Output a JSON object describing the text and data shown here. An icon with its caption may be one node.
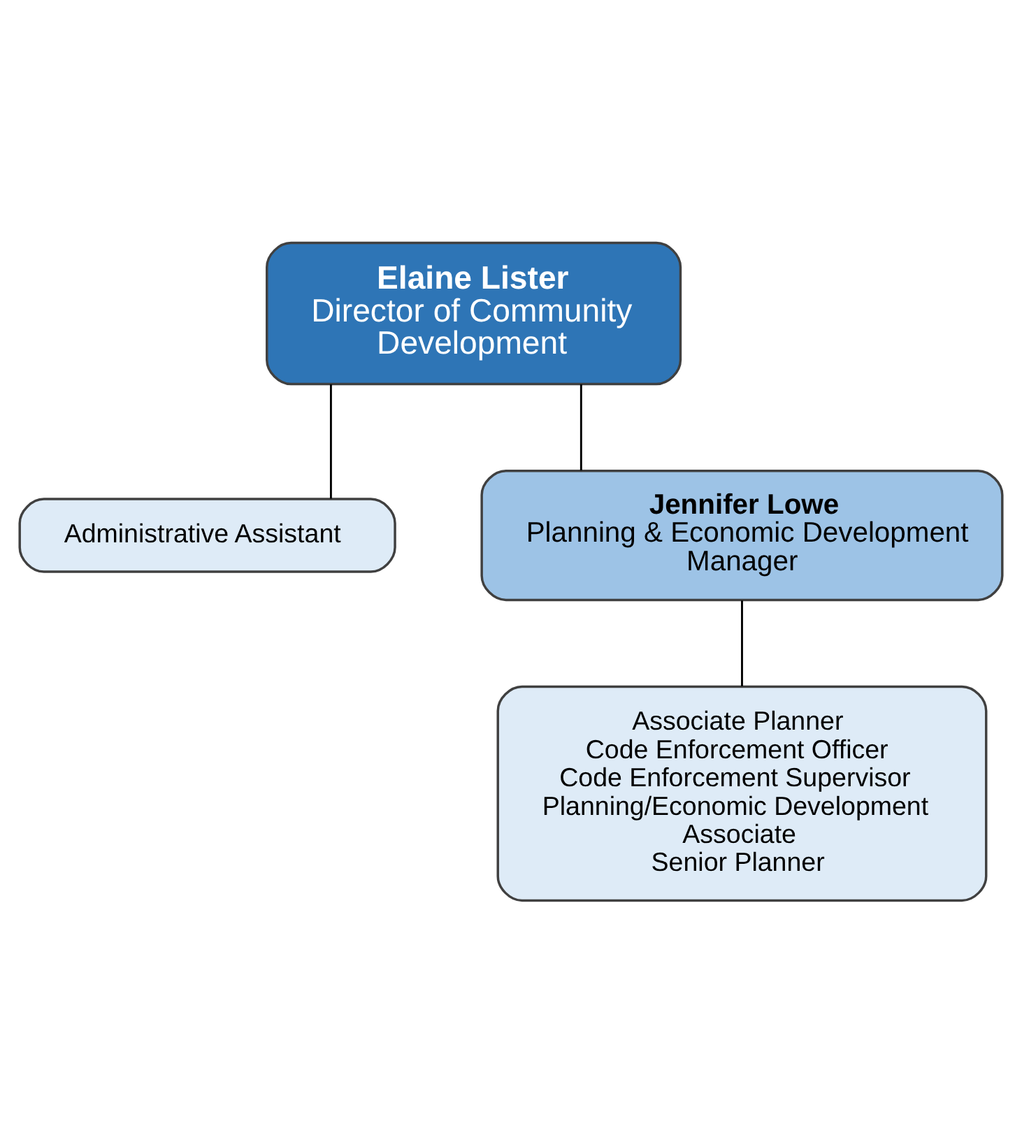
{
  "diagram": {
    "nodes": [
      {
        "text": [
          "Elaine Lister",
          "Director of Community Development"
        ]
      },
      {
        "text": [
          "Administrative Assistant"
        ]
      },
      {
        "text": [
          "Jennifer Lowe",
          "Planning & Economic Development Manager"
        ]
      },
      {
        "text": [
          "Associate Planner",
          "Code Enforcement Officer",
          "Code Enforcement Supervisor",
          "Planning/Economic Development Associate",
          "Senior Planner"
        ]
      }
    ],
    "edges": [
      {
        "from": 0,
        "to": 1,
        "arrow": "none"
      },
      {
        "from": 0,
        "to": 2,
        "arrow": "none"
      },
      {
        "from": 2,
        "to": 3,
        "arrow": "none"
      }
    ]
  }
}
